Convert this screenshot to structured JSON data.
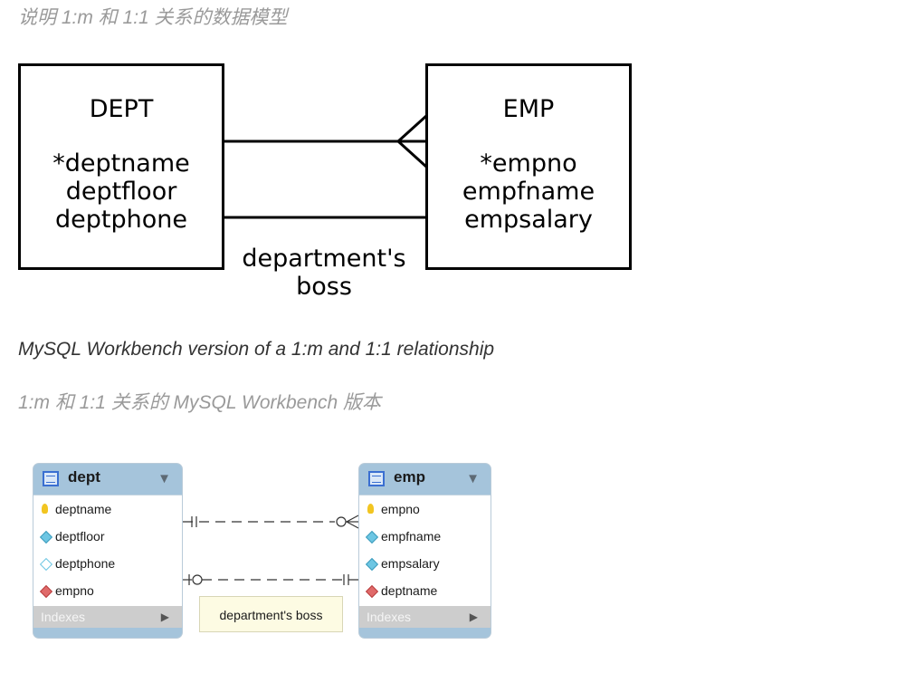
{
  "captions": {
    "zh_data_model": "说明 1:m 和 1:1 关系的数据模型",
    "en_workbench": "MySQL Workbench version of a 1:m and 1:1 relationship",
    "zh_workbench": "1:m 和 1:1 关系的 MySQL Workbench 版本"
  },
  "er_diagram": {
    "dept": {
      "name": "DEPT",
      "attributes": [
        "*deptname",
        "deptfloor",
        "deptphone"
      ]
    },
    "emp": {
      "name": "EMP",
      "attributes": [
        "*empno",
        "empfname",
        "empsalary"
      ]
    },
    "relationship_label": "department's boss"
  },
  "workbench": {
    "dept": {
      "name": "dept",
      "columns": [
        {
          "name": "deptname",
          "icon": "primary-key-icon"
        },
        {
          "name": "deptfloor",
          "icon": "column-icon"
        },
        {
          "name": "deptphone",
          "icon": "nullable-column-icon"
        },
        {
          "name": "empno",
          "icon": "foreign-key-icon"
        }
      ],
      "indexes_label": "Indexes"
    },
    "emp": {
      "name": "emp",
      "columns": [
        {
          "name": "empno",
          "icon": "primary-key-icon"
        },
        {
          "name": "empfname",
          "icon": "column-icon"
        },
        {
          "name": "empsalary",
          "icon": "column-icon"
        },
        {
          "name": "deptname",
          "icon": "foreign-key-icon"
        }
      ],
      "indexes_label": "Indexes"
    },
    "relationship_label": "department's boss"
  }
}
